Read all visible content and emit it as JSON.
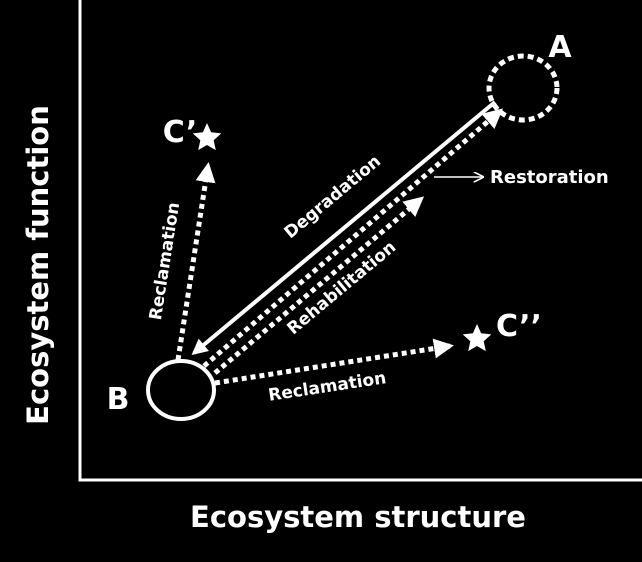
{
  "axes": {
    "x_title": "Ecosystem structure",
    "y_title": "Ecosystem function"
  },
  "states": {
    "a": "A",
    "b": "B",
    "c_prime": "C’",
    "c_double_prime": "C’’"
  },
  "pathways": {
    "degradation": "Degradation",
    "rehabilitation": "Rehabilitation",
    "reclamation_up": "Reclamation",
    "reclamation_right": "Reclamation",
    "restoration": "Restoration"
  },
  "colors": {
    "background": "#000000",
    "foreground": "#ffffff"
  }
}
